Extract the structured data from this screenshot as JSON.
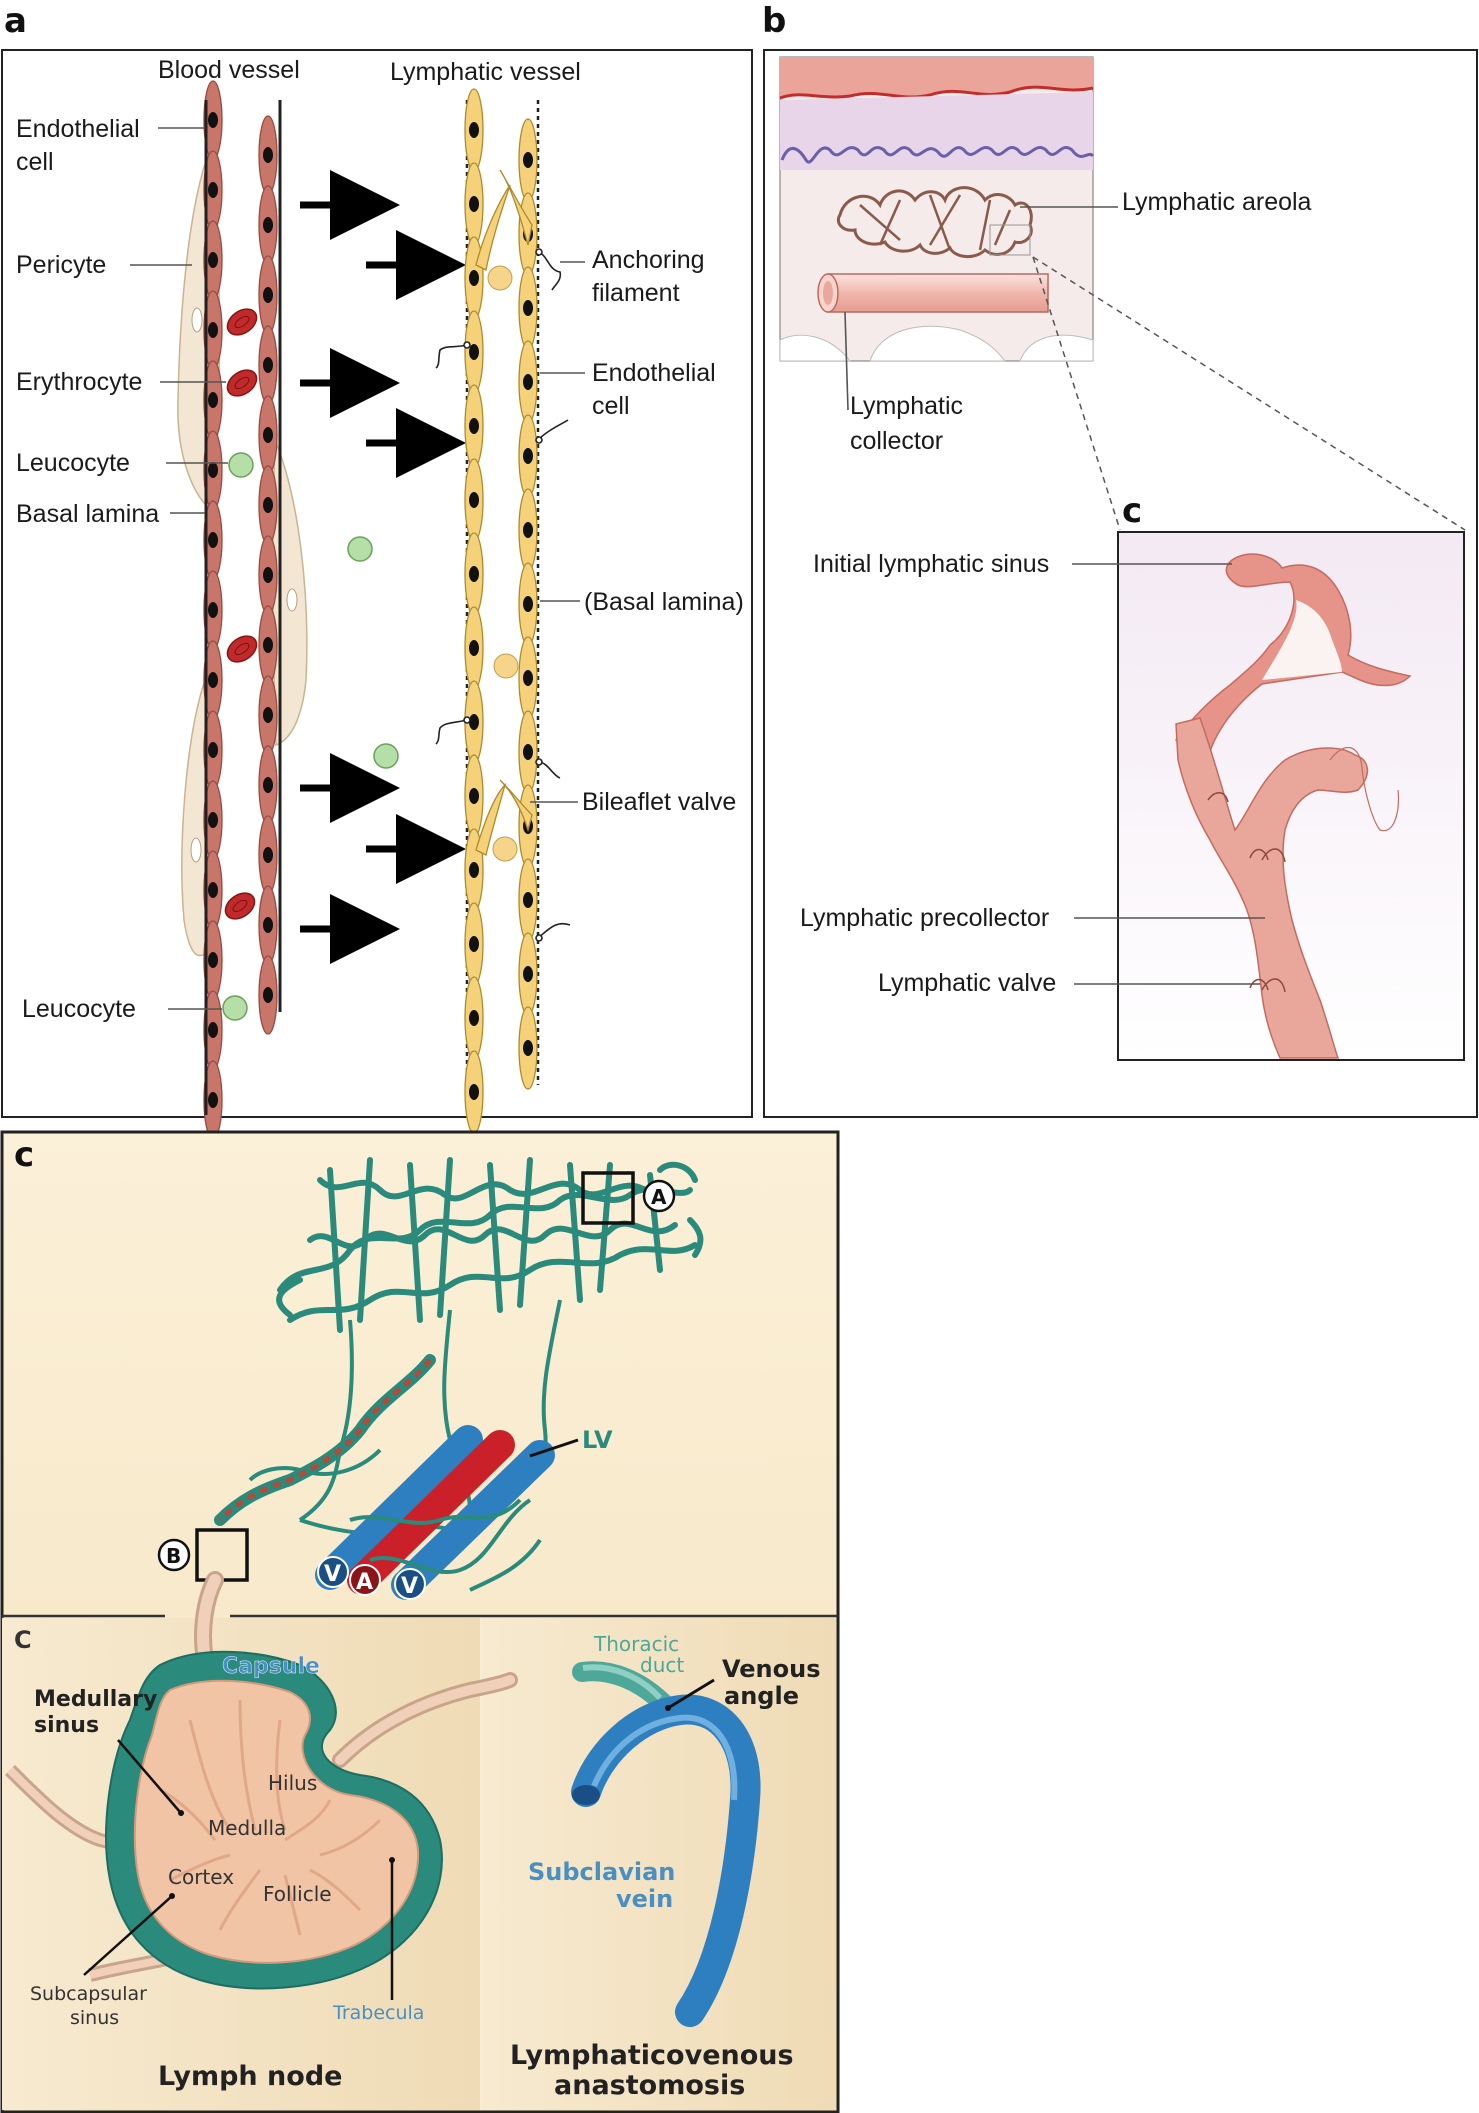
{
  "panel_a": {
    "letter": "a",
    "blood_vessel_title": "Blood vessel",
    "lymphatic_vessel_title": "Lymphatic vessel",
    "left_labels": {
      "endothelial_1": "Endothelial",
      "endothelial_2": "cell",
      "pericyte": "Pericyte",
      "erythrocyte": "Erythrocyte",
      "leucocyte_top": "Leucocyte",
      "basal_lamina": "Basal lamina",
      "leucocyte_bottom": "Leucocyte"
    },
    "right_labels": {
      "anchoring_1": "Anchoring",
      "anchoring_2": "filament",
      "endothelial_1": "Endothelial",
      "endothelial_2": "cell",
      "basal_lamina": "(Basal lamina)",
      "bileaflet_valve": "Bileaflet valve"
    }
  },
  "panel_b": {
    "letter": "b",
    "lymphatic_areola": "Lymphatic areola",
    "collector_1": "Lymphatic",
    "collector_2": "collector",
    "inset_letter": "c",
    "initial_sinus": "Initial lymphatic sinus",
    "precollector": "Lymphatic precollector",
    "valve": "Lymphatic valve"
  },
  "panel_c": {
    "letter": "c",
    "marker_a": "A",
    "marker_b": "B",
    "lv": "LV",
    "vessel_v1": "V",
    "vessel_a": "A",
    "vessel_v2": "V",
    "lower_letter": "C",
    "capsule": "Capsule",
    "medullary_1": "Medullary",
    "medullary_2": "sinus",
    "hilus": "Hilus",
    "medulla": "Medulla",
    "cortex": "Cortex",
    "follicle": "Follicle",
    "subcapsular_1": "Subcapsular",
    "subcapsular_2": "sinus",
    "trabecula": "Trabecula",
    "lymph_node": "Lymph node",
    "thoracic_1": "Thoracic",
    "thoracic_2": "duct",
    "venous_1": "Venous",
    "venous_2": "angle",
    "subclavian_1": "Subclavian",
    "subclavian_2": "vein",
    "lymphaticovenous_1": "Lymphaticovenous",
    "lymphaticovenous_2": "anastomosis"
  },
  "colors": {
    "blood_cell": "#c8766a",
    "lymph_cell": "#f5d27a",
    "lymph_vessel": "#2a8a7c",
    "vein": "#2e7fc0",
    "artery": "#c9202a",
    "node_tissue": "#f0c4a4"
  }
}
